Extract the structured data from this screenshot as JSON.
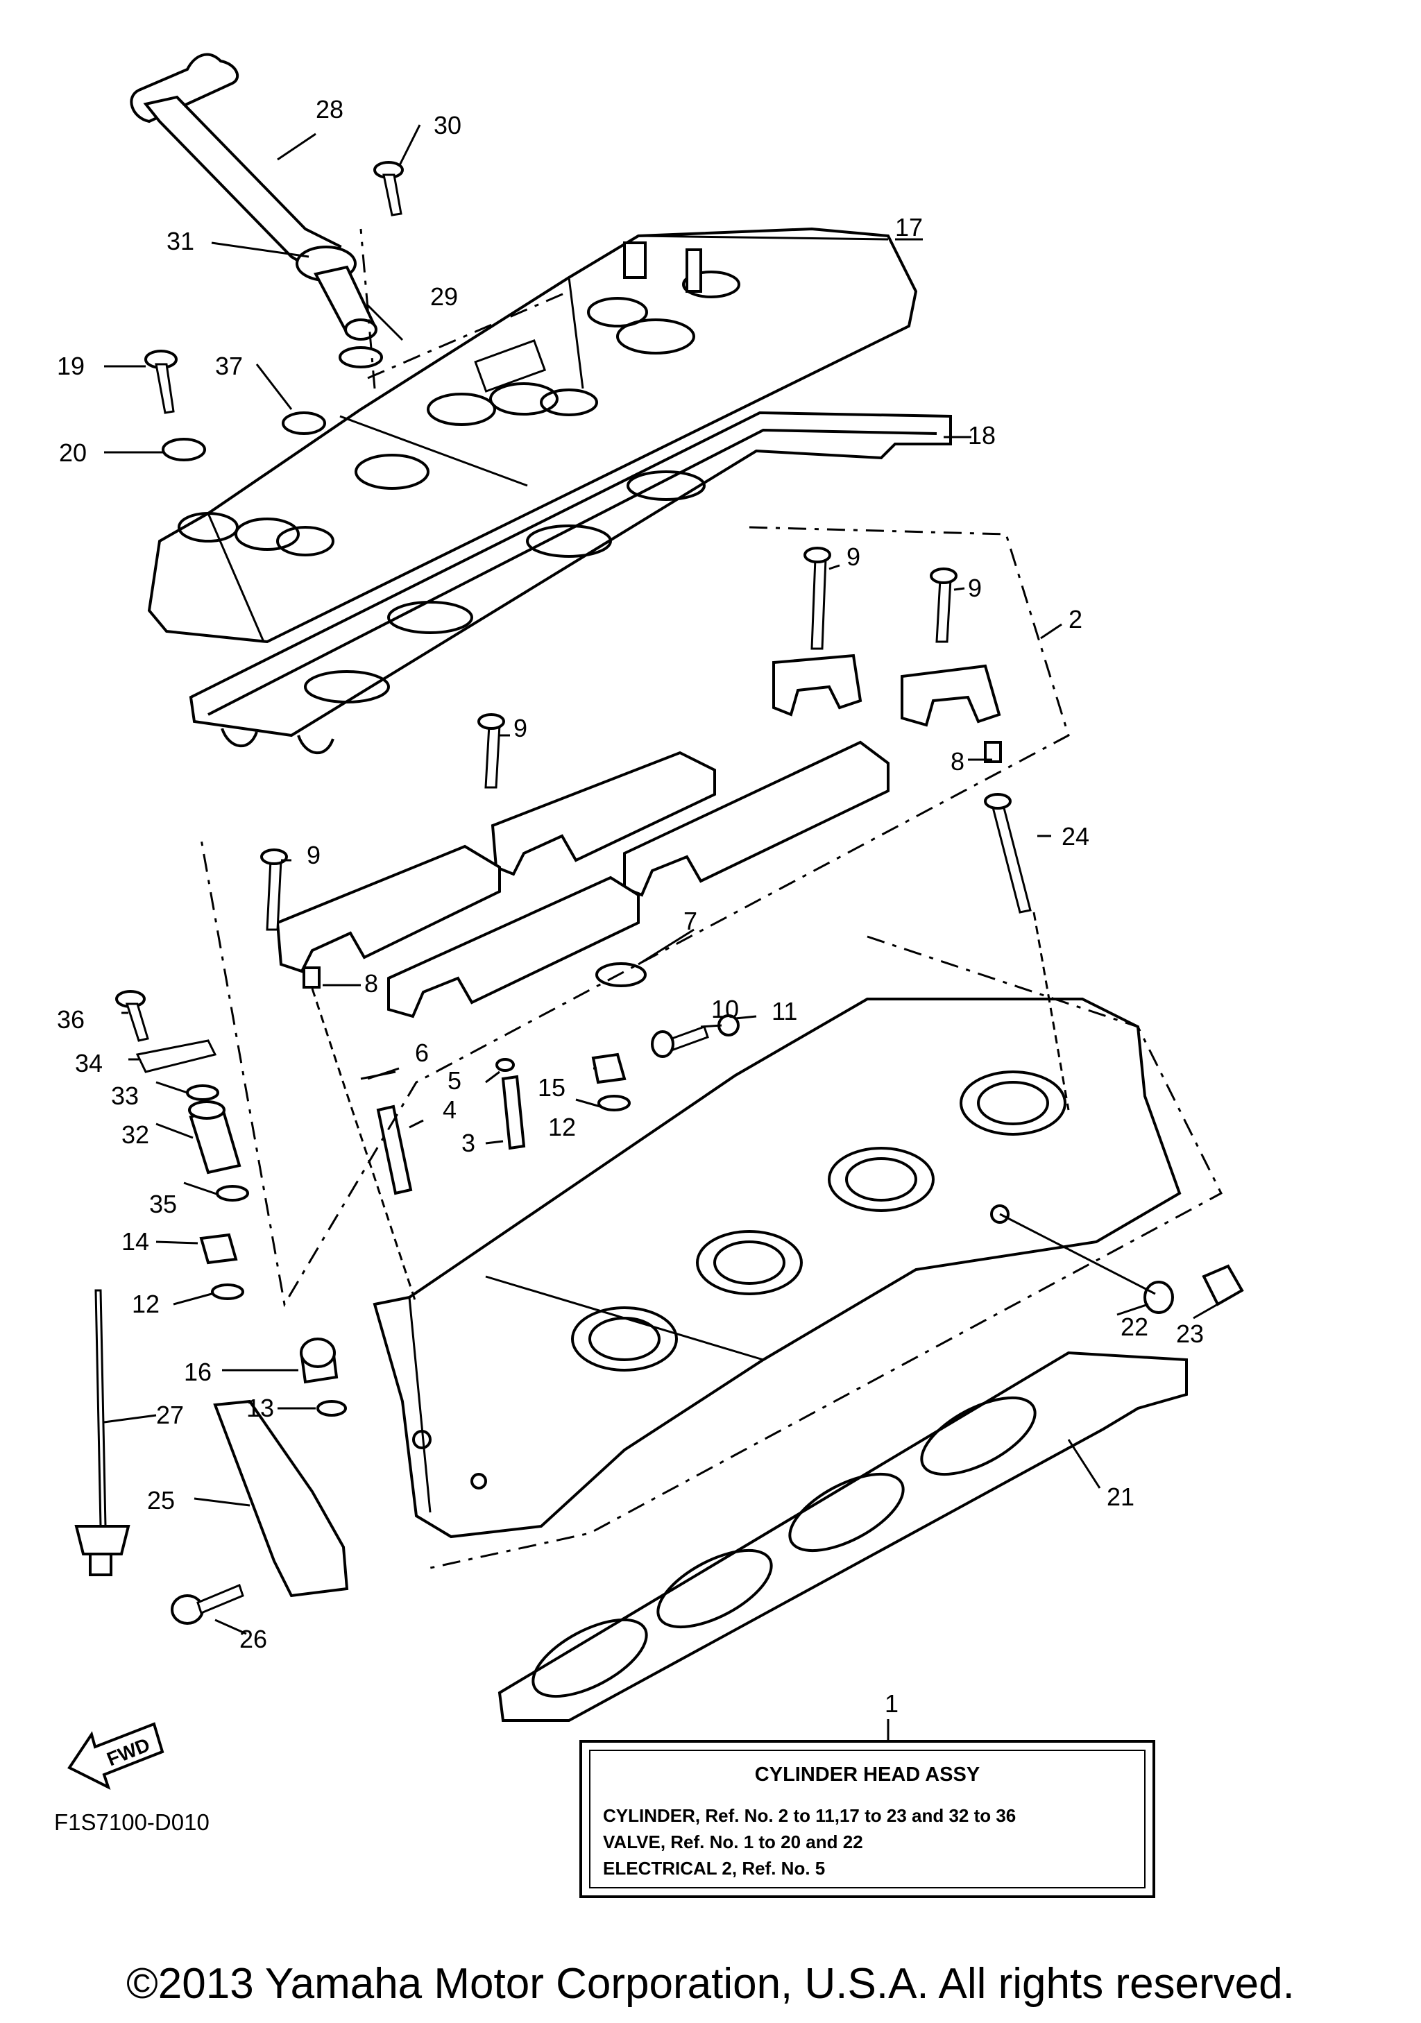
{
  "callouts": [
    "1",
    "2",
    "3",
    "4",
    "5",
    "6",
    "7",
    "8",
    "8",
    "9",
    "9",
    "9",
    "9",
    "10",
    "11",
    "12",
    "12",
    "13",
    "14",
    "15",
    "16",
    "17",
    "18",
    "19",
    "20",
    "21",
    "22",
    "23",
    "24",
    "25",
    "26",
    "27",
    "28",
    "29",
    "30",
    "31",
    "32",
    "33",
    "34",
    "35",
    "36",
    "37"
  ],
  "fwd_label": "FWD",
  "diagram_code": "F1S7100-D010",
  "legend": {
    "title": "CYLINDER HEAD ASSY",
    "lines": [
      "CYLINDER,  Ref. No. 2 to 11,17 to 23 and 32 to 36",
      "VALVE, Ref. No. 1 to 20 and 22",
      "ELECTRICAL 2, Ref. No. 5"
    ]
  },
  "copyright": "©2013 Yamaha Motor Corporation, U.S.A. All rights reserved."
}
